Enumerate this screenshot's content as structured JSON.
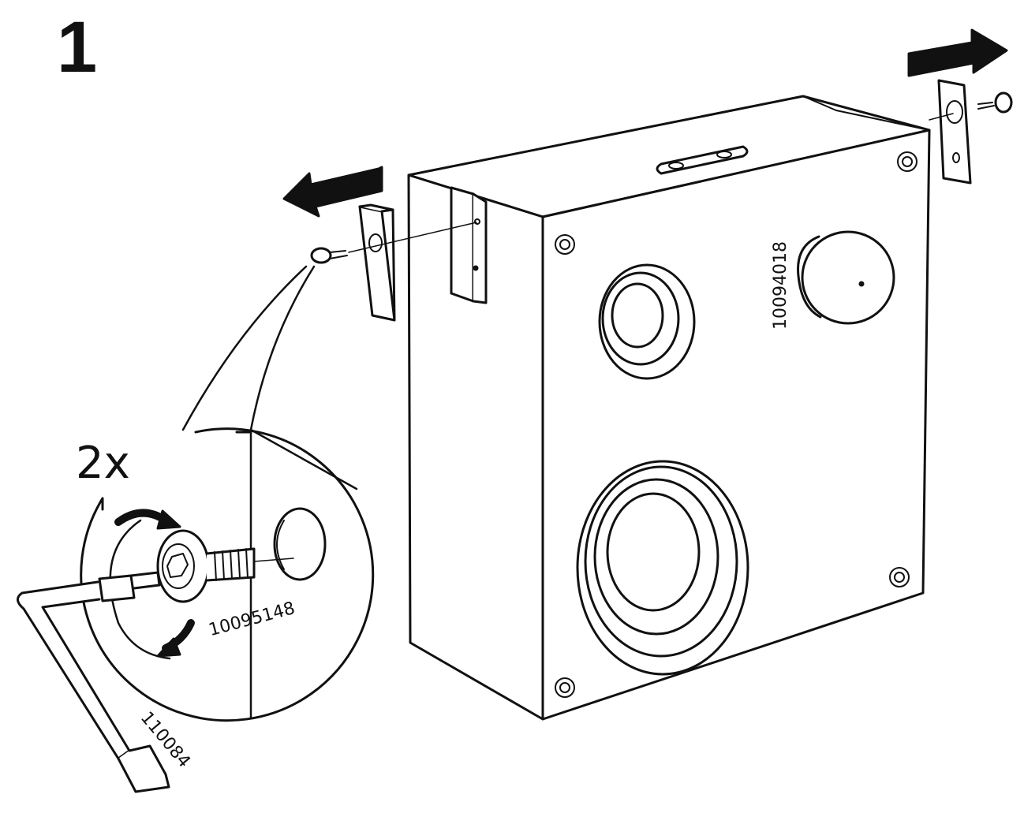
{
  "step": {
    "number": "1"
  },
  "detail": {
    "quantity": "2x"
  },
  "parts": {
    "speaker_id": "10094018",
    "screw_id": "10095148",
    "hex_key_id": "110084"
  }
}
